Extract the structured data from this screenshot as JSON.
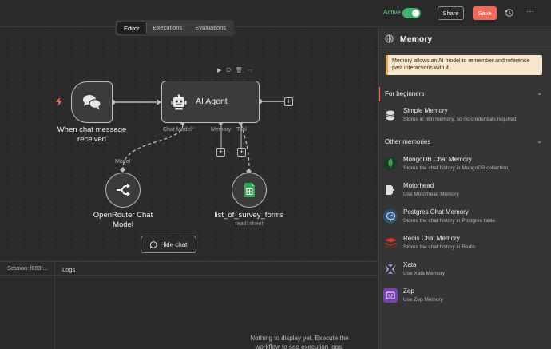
{
  "topbar": {
    "active_label": "Active",
    "share_label": "Share",
    "save_label": "Save",
    "more_label": "···"
  },
  "canvas": {
    "tabs": [
      {
        "label": "Editor"
      },
      {
        "label": "Executions"
      },
      {
        "label": "Evaluations"
      }
    ],
    "nodes": {
      "trigger": {
        "label": "When chat message received"
      },
      "agent": {
        "label": "AI Agent"
      },
      "model": {
        "label": "OpenRouter Chat Model"
      },
      "sheet": {
        "label": "list_of_survey_forms",
        "sub": "read: sheet"
      }
    },
    "ports": {
      "chat_model": "Chat Model",
      "chat_model_required": "*",
      "memory": "Memory",
      "tool": "Tool",
      "model": "Model"
    },
    "hide_chat_label": "Hide chat",
    "colors": {
      "edge": "#bdbdbd",
      "trigger_bolt": "#f2685a",
      "sheet_green": "#34a853"
    }
  },
  "bottom": {
    "session_label": "Session: f893f...",
    "logs_label": "Logs",
    "logs_empty": "Nothing to display yet. Execute the workflow to see execution logs."
  },
  "panel": {
    "title": "Memory",
    "callout": "Memory allows an AI model to remember and reference past interactions with it",
    "sections": [
      {
        "title": "For beginners"
      },
      {
        "title": "Other memories"
      }
    ],
    "items": [
      {
        "title": "Simple Memory",
        "desc": "Stores in n8n memory, so no credentials required",
        "icon": "database-icon"
      },
      {
        "title": "MongoDB Chat Memory",
        "desc": "Stores the chat history in MongoDB collection.",
        "icon": "mongodb-leaf-icon"
      },
      {
        "title": "Motorhead",
        "desc": "Use Motorhead Memory",
        "icon": "motorhead-icon"
      },
      {
        "title": "Postgres Chat Memory",
        "desc": "Stores the chat history in Postgres table.",
        "icon": "postgres-elephant-icon"
      },
      {
        "title": "Redis Chat Memory",
        "desc": "Stores the chat history in Redis.",
        "icon": "redis-icon"
      },
      {
        "title": "Xata",
        "desc": "Use Xata Memory",
        "icon": "xata-icon"
      },
      {
        "title": "Zep",
        "desc": "Use Zep Memory",
        "icon": "zep-icon"
      }
    ],
    "colors": {
      "accent": "#f2685a",
      "callout_bg": "#f6e7cc",
      "callout_border": "#e9a84c"
    }
  }
}
